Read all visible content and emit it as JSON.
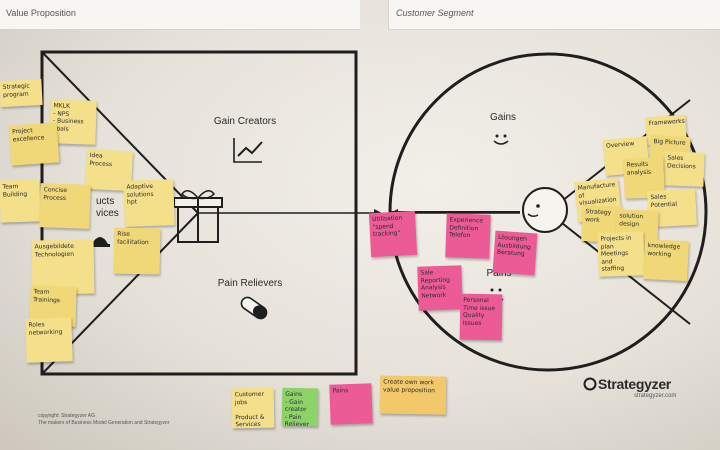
{
  "header": {
    "left_title": "Value Proposition",
    "right_title": "Customer Segment"
  },
  "value_map": {
    "gain_creators": "Gain Creators",
    "pain_relievers": "Pain Relievers",
    "products_services_fragment": "ucts\nvices"
  },
  "customer_profile": {
    "gains": "Gains",
    "pains": "Pains"
  },
  "branding": {
    "logo": "Strategyzer",
    "url": "strategyzer.com",
    "copyright": "copyright: Strategyzer AG\nThe makers of Business Model Generation and Strategyzer"
  },
  "stickies_left": [
    "Strategic\nprogram",
    "MKLK\n- NPS\n- Business\n  goals",
    "Project\nexcellence",
    "Idea\nProcess",
    "Team\nBuilding",
    "Concise\nProcess",
    "Adaptive\nsolutions\nhpt",
    "Rise\nfacilitation",
    "Ausgebildete\nTechnologien",
    "Team\nTrainings",
    "Roles\nnetworking"
  ],
  "stickies_pink": [
    "Utilisation\n\"spend tracking\"",
    "Experience\nDefinition\nTelefon",
    "Lösungen\nAusbildung\nBeratung",
    "Sale Reporting\nAnalysis\nNetwork",
    "Personal\nTime issue\nQuality issues"
  ],
  "stickies_right": [
    "Frameworks",
    "Big Picture",
    "Overview",
    "Sales\nDecisions",
    "Results\nanalysis",
    "Manufacture\nof visualization",
    "Strategy work",
    "Sales Potential",
    "solution\ndesign",
    "Projects in plan\nMeetings and\nstaffing",
    "knowledge\nworking"
  ],
  "stickies_bottom": [
    {
      "text": "Customer\njobs\n\nProduct &\nServices",
      "color": "y"
    },
    {
      "text": "Gains\n- Gain creator\n- Pain Reliever",
      "color": "g"
    },
    {
      "text": "Pains",
      "color": "p"
    },
    {
      "text": "Create own work\nvalue proposition",
      "color": "o"
    }
  ]
}
